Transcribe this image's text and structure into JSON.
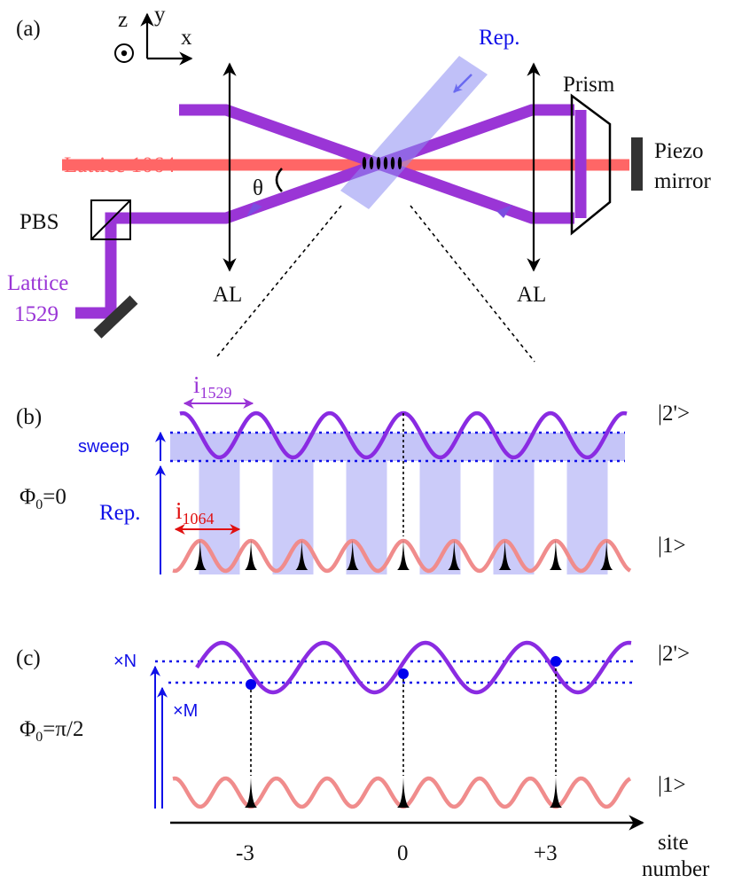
{
  "colors": {
    "beam_1529": "#9a35d6",
    "beam_1064": "#ff6666",
    "repump": "#1010e8",
    "repump_fill": "#8c8cf2",
    "lattice_2p": "#8a2be2",
    "lattice_1": "#f08c8c",
    "atom": "#0000ee",
    "dark": "#333333"
  },
  "icons": [
    "z-axis-out-of-page-icon",
    "y-axis-arrow-icon",
    "x-axis-arrow-icon",
    "pbs-cube-icon",
    "prism-icon",
    "piezo-mirror-icon",
    "fold-mirror-icon",
    "lens-icon"
  ],
  "panel_a": {
    "panel_label": "(a)",
    "axis_z": "z",
    "axis_y": "y",
    "axis_x": "x",
    "repump_label": "Rep.",
    "lattice_1064_label": "Lattice 1064",
    "prism_label": "Prism",
    "piezo_label_1": "Piezo",
    "piezo_label_2": "mirror",
    "theta_label": "θ",
    "pbs_label": "PBS",
    "lattice_1529_label_1": "Lattice",
    "lattice_1529_label_2": "1529",
    "lens_left_label": "AL",
    "lens_right_label": "AL"
  },
  "panel_b": {
    "panel_label": "(b)",
    "period_1529_base": "i",
    "period_1529_sub": "1529",
    "period_1064_base": "i",
    "period_1064_sub": "1064",
    "sweep_label": "sweep",
    "phase_base": "Φ",
    "phase_sub": "0",
    "phase_value": "=0",
    "repump_label": "Rep.",
    "state_upper": "|2'>",
    "state_lower": "|1>"
  },
  "panel_c": {
    "panel_label": "(c)",
    "n_label": "×N",
    "m_label": "×M",
    "phase_base": "Φ",
    "phase_sub": "0",
    "phase_value": "=π/2",
    "state_upper": "|2'>",
    "state_lower": "|1>",
    "axis_label_1": "site",
    "axis_label_2": "number",
    "ticks": [
      "-3",
      "0",
      "+3"
    ]
  }
}
